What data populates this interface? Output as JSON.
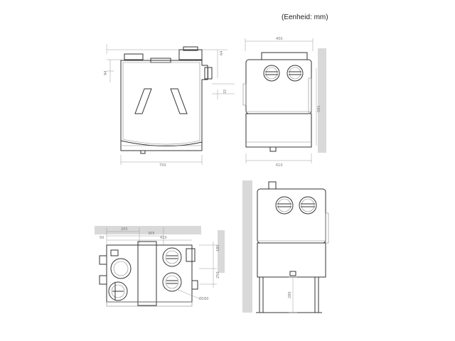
{
  "unit_note": "(Eenheid: mm)",
  "dims": {
    "front_width": "750",
    "front_height_offset": "94",
    "front_top_offset": "64",
    "front_side_offset": "32",
    "side_top_width": "450",
    "side_height": "591",
    "side_bottom_width": "610",
    "bottom_left_w1": "205",
    "bottom_left_w2": "305",
    "bottom_left_w3": "410",
    "bottom_left_w4": "50",
    "bottom_right_h1": "180",
    "bottom_right_h2": "250",
    "bottom_diameter": "Ø160",
    "stand_height": "280"
  }
}
